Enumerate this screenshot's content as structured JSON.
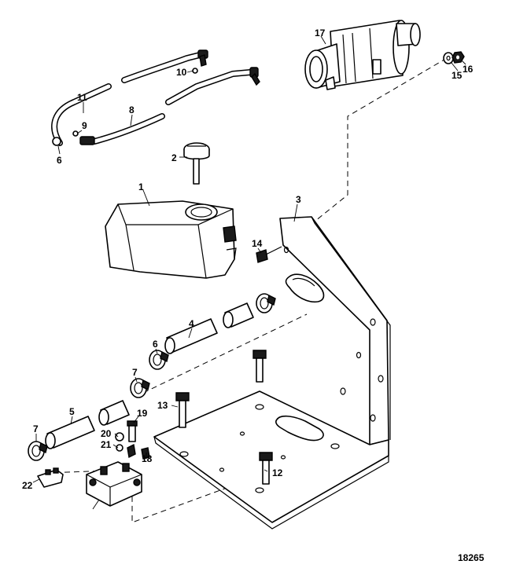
{
  "figure_id": "18265",
  "callouts": {
    "c1": "1",
    "c2": "2",
    "c3": "3",
    "c4": "4",
    "c5": "5",
    "c6a": "6",
    "c6b": "6",
    "c7a": "7",
    "c7b": "7",
    "c8": "8",
    "c9": "9",
    "c10": "10",
    "c11": "11",
    "c12": "12",
    "c13": "13",
    "c14": "14",
    "c15": "15",
    "c16": "16",
    "c17": "17",
    "c18": "18",
    "c19": "19",
    "c20": "20",
    "c21": "21",
    "c22": "22"
  }
}
